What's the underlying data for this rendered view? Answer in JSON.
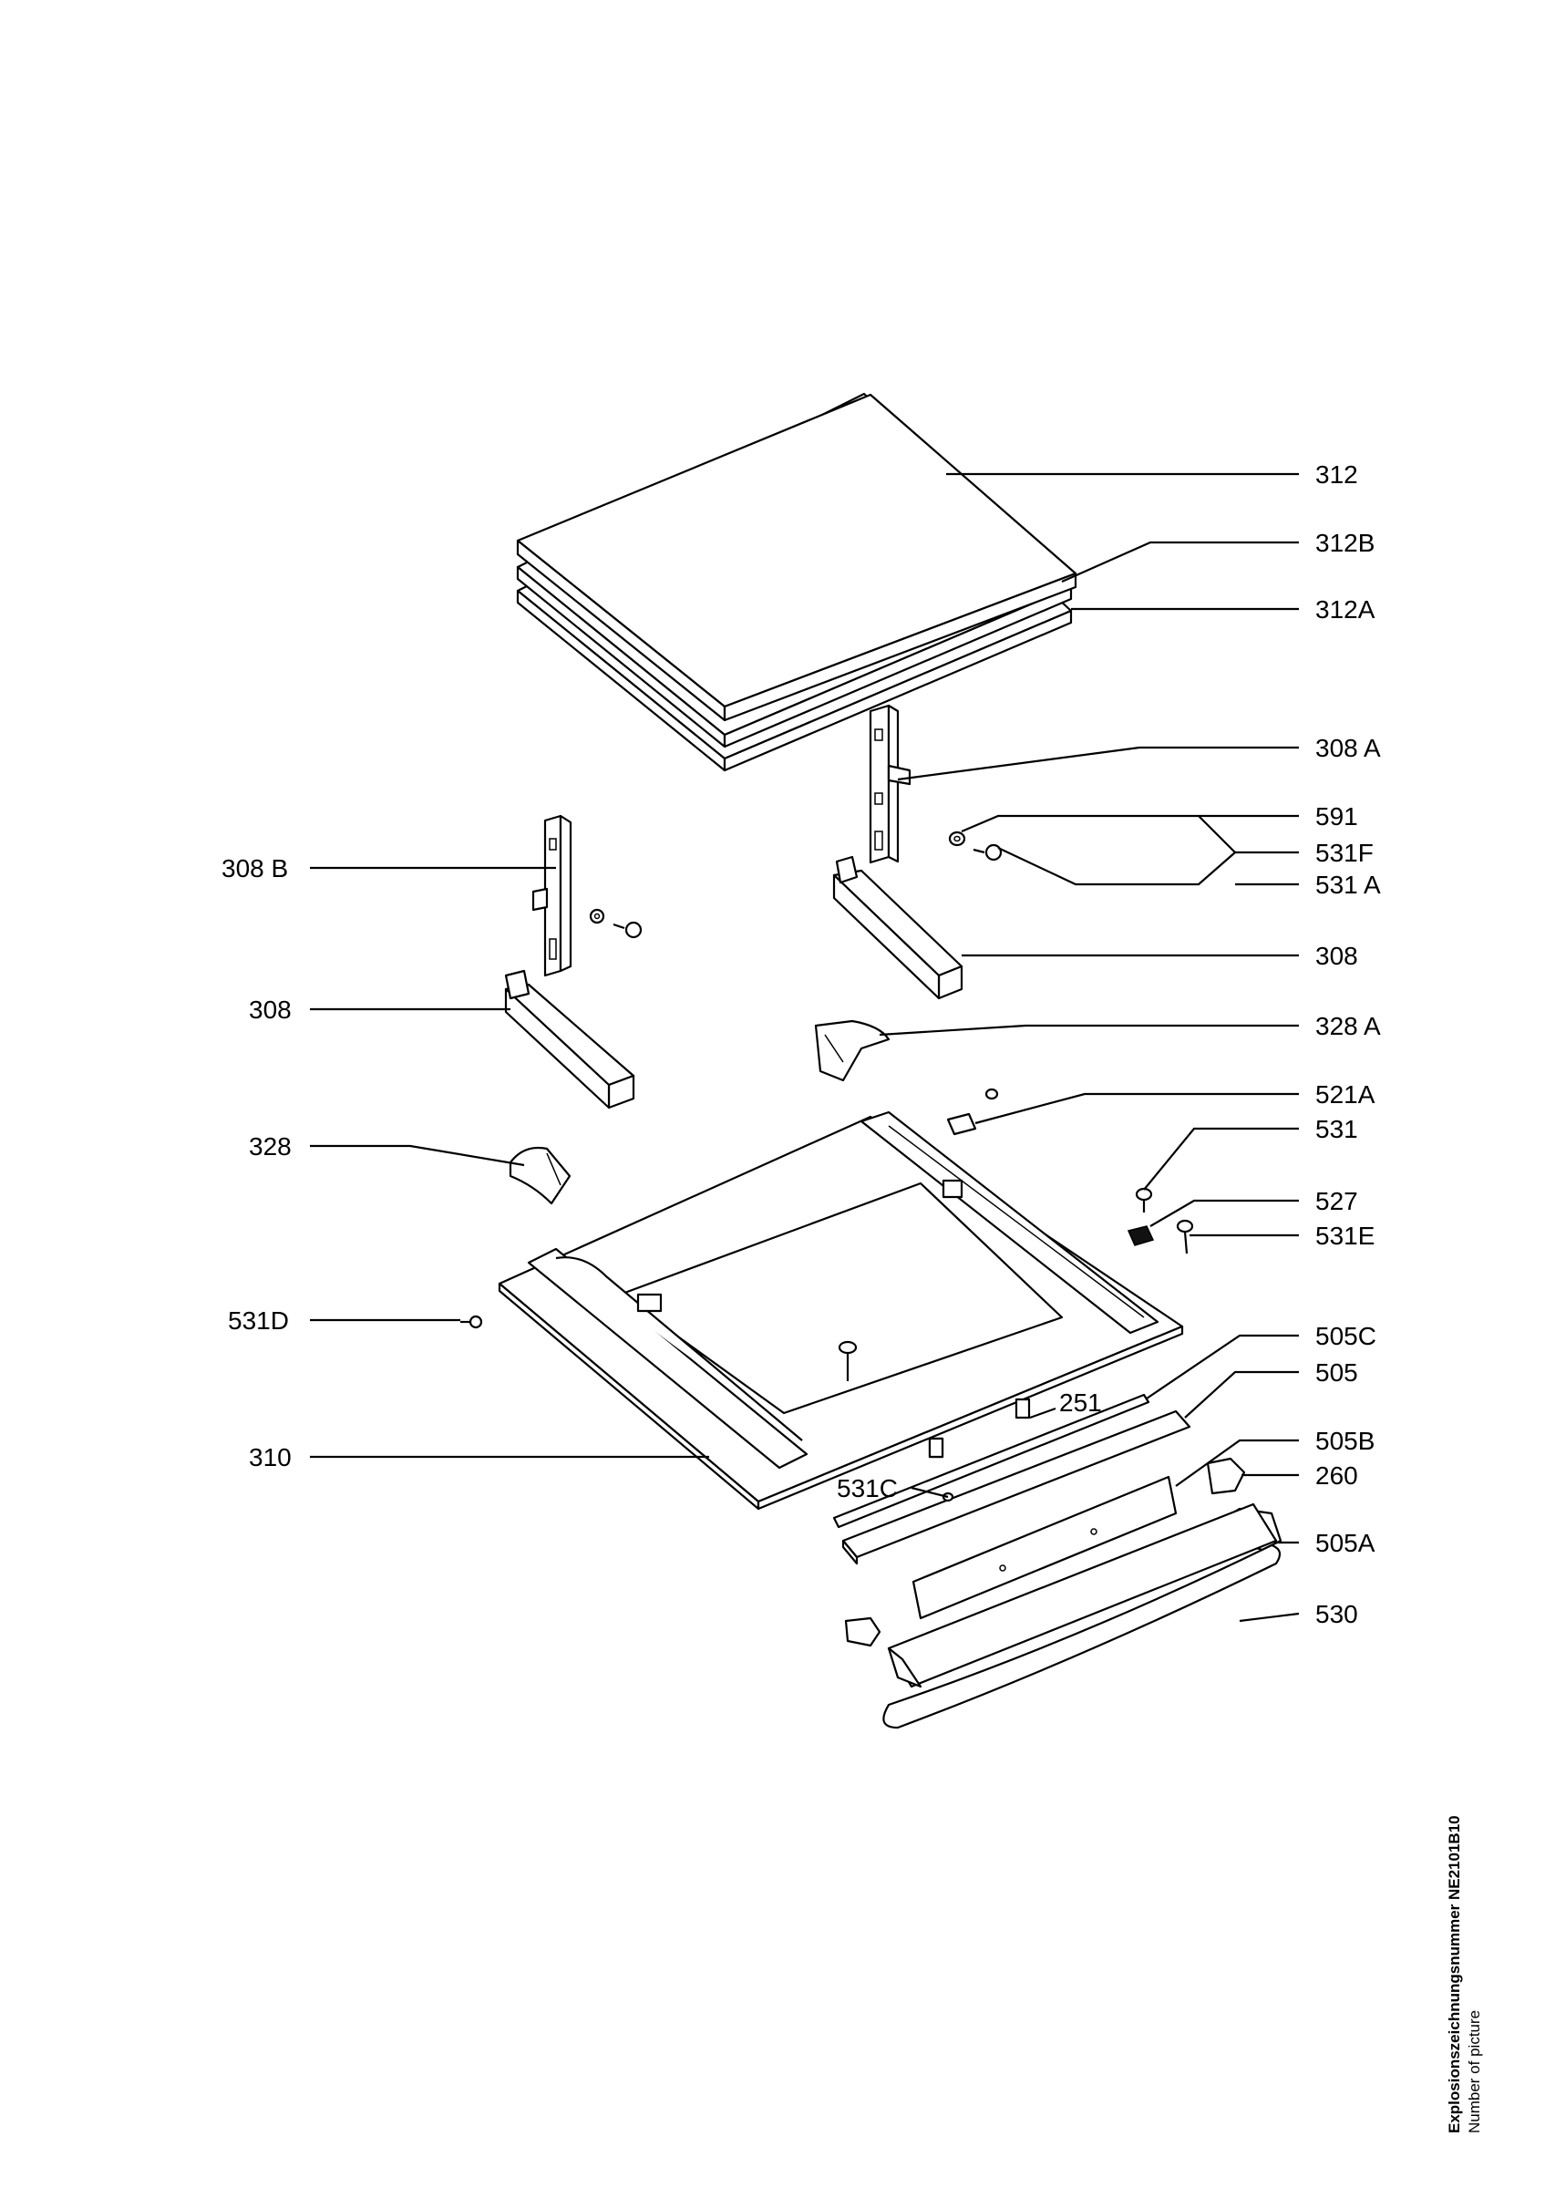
{
  "callouts": {
    "c312": "312",
    "c312B": "312B",
    "c312A": "312A",
    "c308A": "308 A",
    "c591": "591",
    "c531F": "531F",
    "c531A": "531 A",
    "c308B": "308 B",
    "c308right": "308",
    "c308left": "308",
    "c328A": "328 A",
    "c521A": "521A",
    "c531": "531",
    "c328": "328",
    "c527": "527",
    "c531E": "531E",
    "c531D": "531D",
    "c505C": "505C",
    "c505": "505",
    "c251": "251",
    "c310": "310",
    "c505B": "505B",
    "c531C": "531C",
    "c260": "260",
    "c505A": "505A",
    "c530": "530"
  },
  "caption": {
    "drawing_number": "Explosionszeichnungsnummer NE2101B10",
    "subtitle": "Number of picture"
  }
}
